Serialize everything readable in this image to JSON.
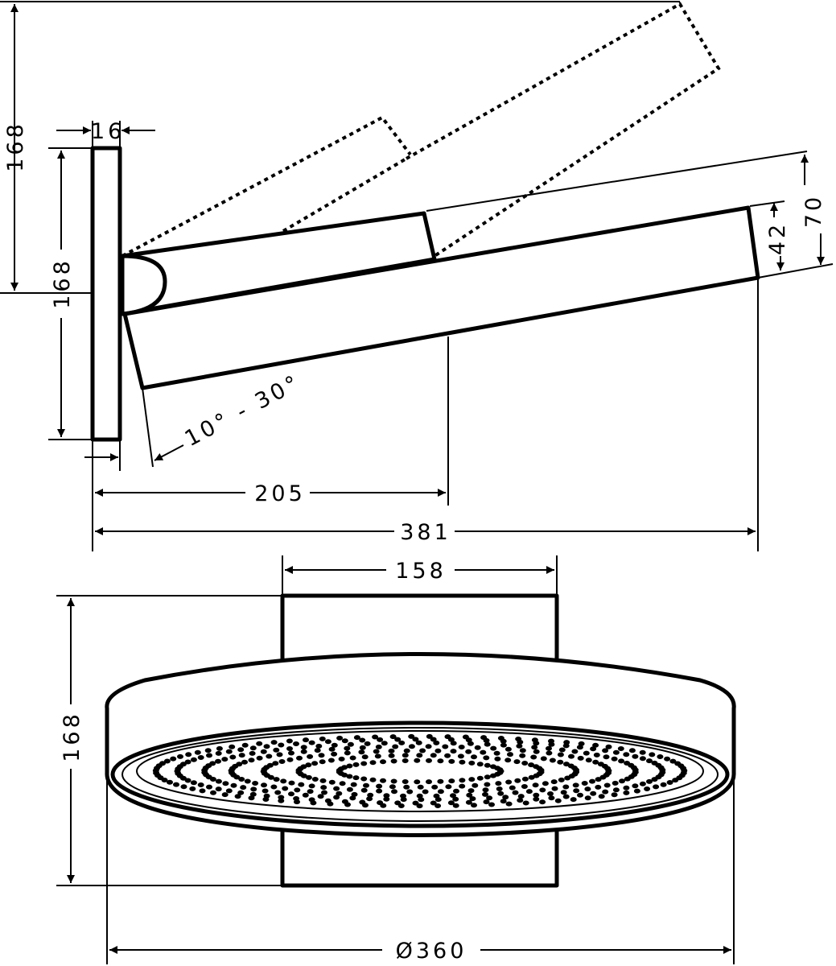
{
  "side_view": {
    "height_top": "168",
    "wall_plate_thickness": "16",
    "wall_plate_height": "168",
    "tilt_range": "10° - 30°",
    "depth_to_center": "205",
    "total_projection": "381",
    "head_profile_height": "70",
    "head_thickness": "42"
  },
  "front_view": {
    "mount_width": "158",
    "overall_height": "168",
    "diameter": "Ø360"
  }
}
